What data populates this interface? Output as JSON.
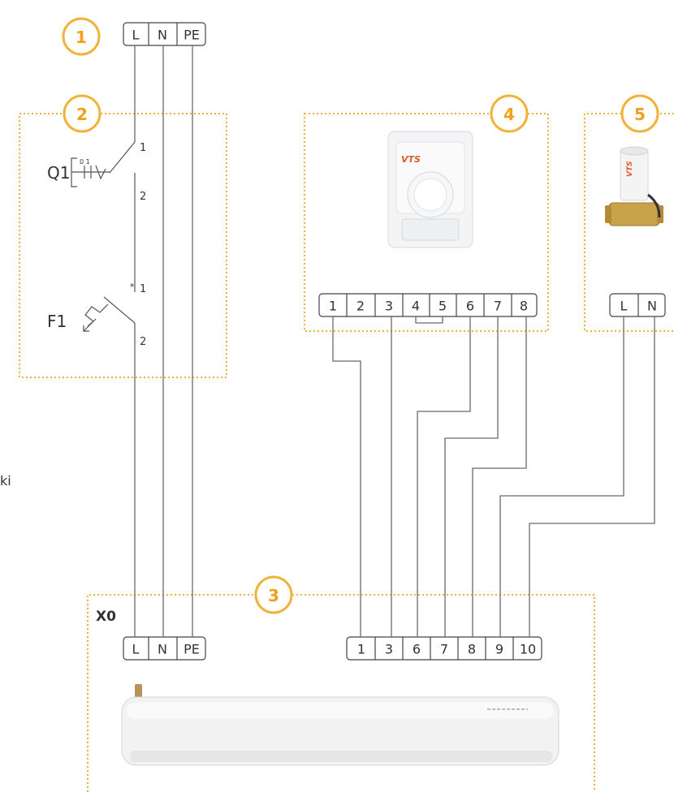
{
  "badges": [
    "1",
    "2",
    "3",
    "4",
    "5"
  ],
  "supply_terminals": [
    "L",
    "N",
    "PE"
  ],
  "device_terminals": [
    "L",
    "N",
    "PE"
  ],
  "controller_terminals": [
    "1",
    "2",
    "3",
    "4",
    "5",
    "6",
    "7",
    "8"
  ],
  "valve_terminals": [
    "L",
    "N"
  ],
  "unit_terminals": [
    "1",
    "3",
    "6",
    "7",
    "8",
    "9",
    "10"
  ],
  "labels": {
    "q1": "Q1",
    "f1": "F1",
    "x0": "X0",
    "q1_pin_top": "1",
    "q1_pin_bottom": "2",
    "f1_pin_top": "1",
    "f1_pin_bottom": "2",
    "q1_contact_marks": "0 1",
    "side_text": "ki"
  },
  "colors": {
    "accent": "#f0b23a",
    "wire": "#6b6b6b"
  },
  "icons": {
    "controller": "vts-thermostat-image",
    "valve": "vts-actuator-valve-image",
    "device": "air-curtain-image"
  },
  "controller_brand": "VTS",
  "valve_brand": "VTS"
}
